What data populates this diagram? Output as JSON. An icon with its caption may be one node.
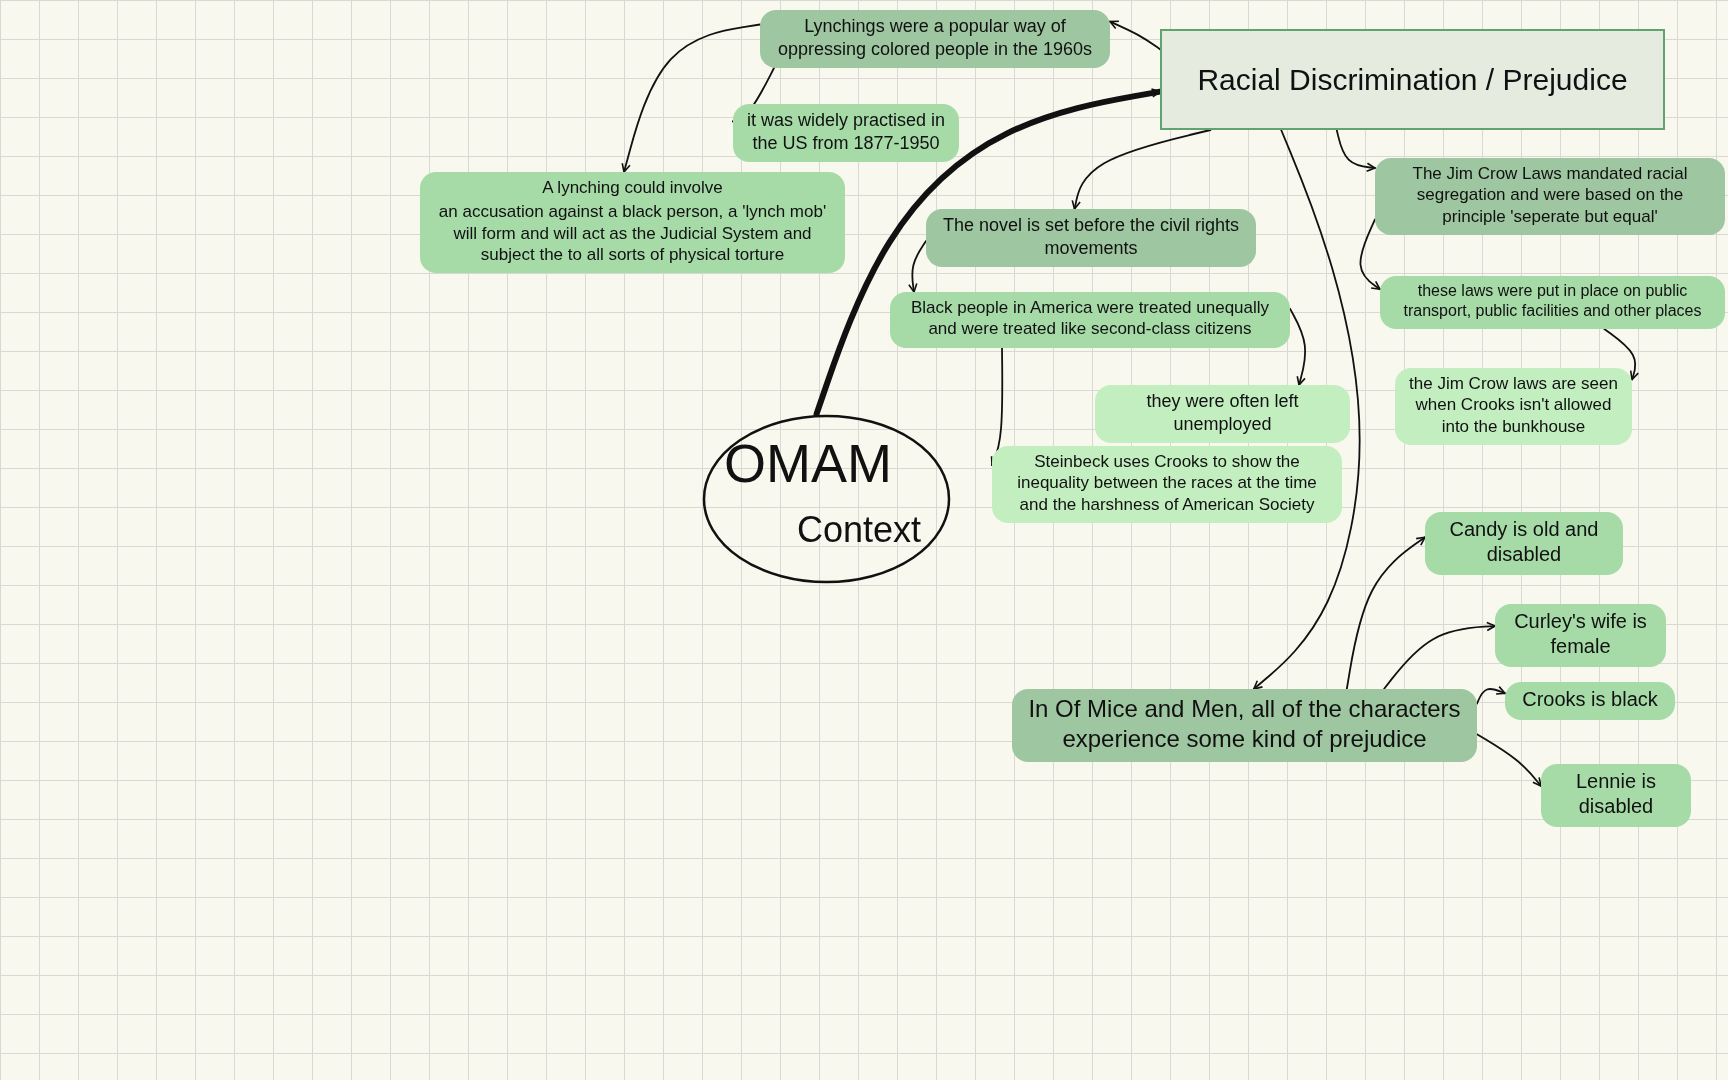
{
  "diagram": {
    "nodes": [
      {
        "text": [
          "OMAM",
          "Context"
        ]
      },
      {
        "text": [
          "Racial Discrimination / Prejudice"
        ]
      },
      {
        "text": [
          "Lynchings were a popular way of oppressing colored people in the 1960s"
        ]
      },
      {
        "text": [
          "A lynching could involve",
          "an accusation against a black person, a 'lynch mob' will form and will act as the Judicial System and subject the to all sorts of physical torture"
        ]
      },
      {
        "text": [
          "it was widely practised in the US from 1877-1950"
        ]
      },
      {
        "text": [
          "The novel is set before the civil rights movements"
        ]
      },
      {
        "text": [
          "Black people in America were treated unequally and were treated like second-class citizens"
        ]
      },
      {
        "text": [
          "they were often left unemployed"
        ]
      },
      {
        "text": [
          "Steinbeck uses Crooks to show the inequality between the races at the time and the harshness of American Society"
        ]
      },
      {
        "text": [
          "The Jim Crow Laws mandated racial segregation and were based on the principle 'seperate but equal'"
        ]
      },
      {
        "text": [
          "these laws were put in place on public transport, public facilities and other places"
        ]
      },
      {
        "text": [
          "the Jim Crow laws are seen when Crooks isn't allowed into the bunkhouse"
        ]
      },
      {
        "text": [
          "In Of Mice and Men, all of the characters experience some kind of prejudice"
        ]
      },
      {
        "text": [
          "Candy is old and disabled"
        ]
      },
      {
        "text": [
          "Curley's wife is female"
        ]
      },
      {
        "text": [
          "Crooks is black"
        ]
      },
      {
        "text": [
          "Lennie is disabled"
        ]
      }
    ],
    "edges": [
      {
        "from": 0,
        "to": 1,
        "arrow": "to",
        "style": "thick"
      },
      {
        "from": 1,
        "to": 2,
        "arrow": "to"
      },
      {
        "from": 2,
        "to": 3,
        "arrow": "to"
      },
      {
        "from": 2,
        "to": 4,
        "arrow": "to"
      },
      {
        "from": 1,
        "to": 5,
        "arrow": "to"
      },
      {
        "from": 5,
        "to": 6,
        "arrow": "to"
      },
      {
        "from": 6,
        "to": 7,
        "arrow": "to"
      },
      {
        "from": 6,
        "to": 8,
        "arrow": "to"
      },
      {
        "from": 1,
        "to": 9,
        "arrow": "to"
      },
      {
        "from": 9,
        "to": 10,
        "arrow": "to"
      },
      {
        "from": 10,
        "to": 11,
        "arrow": "to"
      },
      {
        "from": 1,
        "to": 12,
        "arrow": "to"
      },
      {
        "from": 12,
        "to": 13,
        "arrow": "to"
      },
      {
        "from": 12,
        "to": 14,
        "arrow": "to"
      },
      {
        "from": 12,
        "to": 15,
        "arrow": "to"
      },
      {
        "from": 12,
        "to": 16,
        "arrow": "to"
      }
    ]
  }
}
